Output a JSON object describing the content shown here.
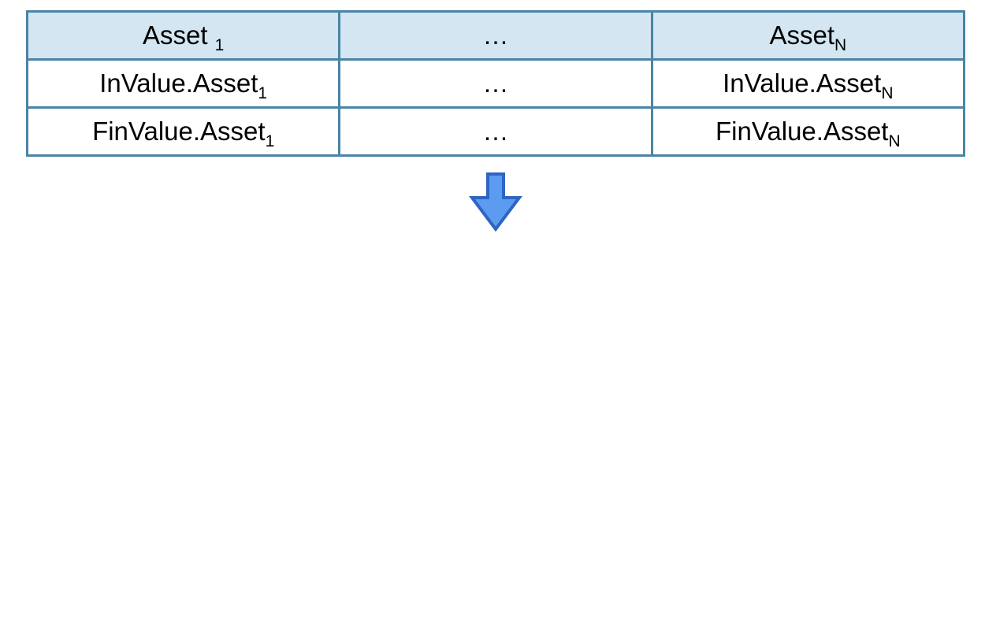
{
  "table": {
    "header": [
      {
        "base": "Asset ",
        "sub": "1"
      },
      {
        "base": "…",
        "sub": ""
      },
      {
        "base": "Asset",
        "sub": "N"
      }
    ],
    "rows": [
      [
        {
          "base": "InValue.Asset",
          "sub": "1"
        },
        {
          "base": "…",
          "sub": ""
        },
        {
          "base": "InValue.Asset",
          "sub": "N"
        }
      ],
      [
        {
          "base": "FinValue.Asset",
          "sub": "1"
        },
        {
          "base": "…",
          "sub": ""
        },
        {
          "base": "FinValue.Asset",
          "sub": "N"
        }
      ]
    ]
  },
  "colors": {
    "border": "#4a84a6",
    "header_fill": "#d3e6f1",
    "arrow_fill": "#5b9cf0",
    "arrow_stroke": "#2f65c2"
  },
  "icons": {
    "arrow": "arrow-down-icon"
  }
}
